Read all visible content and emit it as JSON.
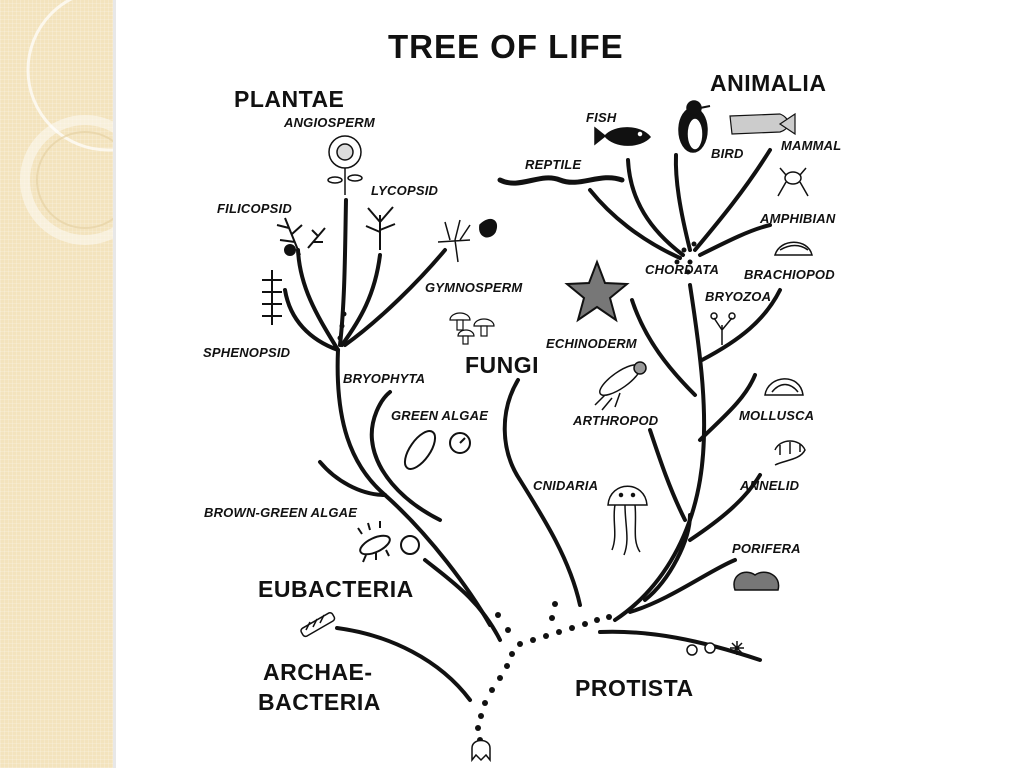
{
  "slide": {
    "title": "TREE OF LIFE",
    "accent_color": "#f3e3bd"
  },
  "kingdoms": {
    "plantae": "PLANTAE",
    "animalia": "ANIMALIA",
    "fungi": "FUNGI",
    "eubacteria": "EUBACTERIA",
    "archaebacteria_line1": "ARCHAE-",
    "archaebacteria_line2": "BACTERIA",
    "protista": "PROTISTA"
  },
  "groups": {
    "angiosperm": "ANGIOSPERM",
    "lycopsid": "LYCOPSID",
    "filicopsid": "FILICOPSID",
    "gymnosperm": "GYMNOSPERM",
    "sphenopsid": "SPHENOPSID",
    "bryophyta": "BRYOPHYTA",
    "green_algae": "GREEN ALGAE",
    "brown_green_algae": "BROWN-GREEN ALGAE",
    "fish": "FISH",
    "bird": "BIRD",
    "mammal": "MAMMAL",
    "reptile": "REPTILE",
    "amphibian": "AMPHIBIAN",
    "chordata": "CHORDATA",
    "brachiopod": "BRACHIOPOD",
    "bryozoa": "BRYOZOA",
    "echinoderm": "ECHINODERM",
    "arthropod": "ARTHROPOD",
    "mollusca": "MOLLUSCA",
    "cnidaria": "CNIDARIA",
    "annelid": "ANNELID",
    "porifera": "PORIFERA"
  },
  "icons": [
    "sunflower-icon",
    "tree-icon",
    "fern-icon",
    "pine-branch-icon",
    "horsetail-icon",
    "moss-icon",
    "mushroom-icon",
    "diatom-icon",
    "seaweed-icon",
    "bacteria-icon",
    "archaea-icon",
    "fish-icon",
    "penguin-icon",
    "whale-icon",
    "frog-icon",
    "snake-icon",
    "brachiopod-shell-icon",
    "bryozoa-icon",
    "starfish-icon",
    "insect-icon",
    "clam-icon",
    "jellyfish-icon",
    "worm-icon",
    "sponge-icon",
    "protist-icon",
    "root-organism-icon"
  ]
}
